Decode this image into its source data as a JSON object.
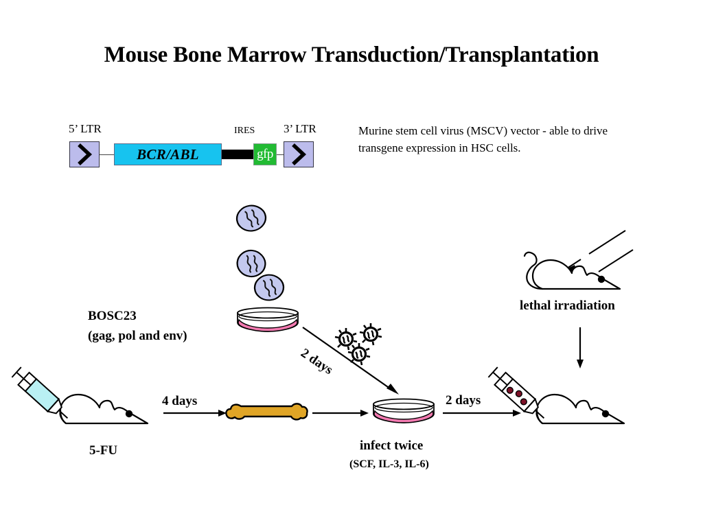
{
  "title": "Mouse Bone Marrow Transduction/Transplantation",
  "construct": {
    "labels": {
      "five_ltr": "5’ LTR",
      "ires": "IRES",
      "three_ltr": "3’ LTR"
    },
    "gene_box": "BCR/ABL",
    "reporter_box": "gfp",
    "colors": {
      "ltr_box": "#bcbcec",
      "gene_box": "#17c3ef",
      "reporter_box": "#22bb33",
      "ires_bar": "#000000",
      "outline": "#000000"
    }
  },
  "vector_note": "Murine stem cell virus (MSCV) vector - able to drive transgene expression in HSC cells.",
  "workflow": {
    "bosc23_title": "BOSC23",
    "bosc23_subtitle": "(gag, pol and env)",
    "five_fu": "5-FU",
    "step_4_days": "4 days",
    "step_2_days_diagonal": "2 days",
    "step_2_days_horizontal": "2 days",
    "lethal_irradiation": "lethal irradiation",
    "infect_twice": "infect twice",
    "cytokines": "(SCF, IL-3, IL-6)"
  },
  "graphics": {
    "virus_particle_fill": "#c3c8ee",
    "dish_media_fill": "#f27ab0",
    "bone_fill": "#e0a526",
    "syringe_fluid_fill": "#b9f0f3",
    "syringe_cell_fill": "#7d1228",
    "retrovirus_fill": "#000000"
  }
}
